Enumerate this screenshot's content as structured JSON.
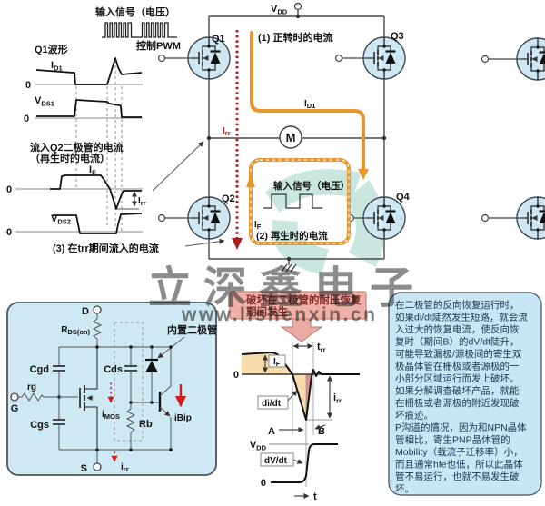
{
  "colors": {
    "mosfet_fill": "#cfe7f3",
    "circuit_line": "#4a4a4a",
    "orange_path": "#e8962e",
    "red_dotted": "#b01c1c",
    "red_arrow": "#cc2020",
    "panel_fill": "#cfe9f4",
    "banner_fill": "#efb1a7",
    "banner_text": "#7e2a28",
    "notebox_fill": "#c9e6f4",
    "tan_area": "#f6dcab",
    "pink_area": "#de8f8f",
    "watermark_gray": "#999999",
    "watermark_teal": "#54ad9c"
  },
  "top_left": {
    "input_signal": "输入信号（电压）",
    "pwm": "控制PWM",
    "q1_title": "Q1波形",
    "id1": {
      "m": "I",
      "s": "D1"
    },
    "zero": "0",
    "vds1": {
      "m": "V",
      "s": "DS1"
    },
    "q2_current_1": "流入Q2二极管的电流",
    "q2_current_2": "（再生时的电流）",
    "if": {
      "m": "I",
      "s": "F"
    },
    "irr": {
      "m": "I",
      "s": "rr"
    },
    "vds2": {
      "m": "V",
      "s": "DS2"
    },
    "note3": "(3) 在trr期间流入的电流"
  },
  "bridge": {
    "vdd": {
      "m": "V",
      "s": "DD"
    },
    "q1": "Q1",
    "q2": "Q2",
    "q3": "Q3",
    "q4": "Q4",
    "motor": "M",
    "note1": "(1) 正转时的电流",
    "id1": {
      "m": "I",
      "s": "D1"
    },
    "irr": {
      "m": "I",
      "s": "rr"
    },
    "loop_input_signal": "输入信号（电压）",
    "loop_if": {
      "m": "I",
      "s": "F"
    },
    "note2": "(2) 再生时的电流"
  },
  "panel": {
    "d": "D",
    "g": "G",
    "s": "S",
    "rds": {
      "m": "R",
      "s": "DS(on)"
    },
    "cgd": "Cgd",
    "rg": "rg",
    "cgs": "Cgs",
    "cds": "Cds",
    "rb": "Rb",
    "imos": {
      "m": "i",
      "s": "MOS"
    },
    "ibip": "iBip",
    "irr": {
      "m": "i",
      "s": "rr"
    },
    "builtin_diode": "内置二极管"
  },
  "banner": {
    "line1": "破坏在二极管的耐压恢复",
    "line2": "期间发生"
  },
  "plot": {
    "trr": {
      "m": "t",
      "s": "rr"
    },
    "if": {
      "m": "I",
      "s": "F"
    },
    "zero_i": "0",
    "didt": "di/dt",
    "irr": {
      "m": "i",
      "s": "rr"
    },
    "a": "A",
    "b": "B",
    "vdd": {
      "m": "V",
      "s": "DD"
    },
    "dvdt": "dV/dt",
    "zero_v": "0",
    "t": "t"
  },
  "note_box": {
    "lines": [
      "在二极管的反向恢复运行时，",
      "如果di/dt陡然发生短路，就会流",
      "入过大的恢复电流，使反向恢",
      "复时（期间B）的dV/dt陡升，",
      "可能导致漏极/源极间的寄生双",
      "极晶体管在栅极或者源极的一",
      "小部分区域运行而发上破坏。",
      "如果分解调查破坏产品，就能",
      "在栅极或者源极的附近发现破",
      "坏痕迹。",
      "P沟道的情况，因为和NPN晶体",
      "管相比，寄生PNP晶体管的",
      "Mobility（载流子迁移率）小，",
      "而且通常hfe也低，所以此晶体",
      "管不易运行，也就不易发生破",
      "坏。"
    ]
  },
  "watermark": {
    "brand": "立深鑫电子",
    "url": "www.lishenxin.cn"
  }
}
